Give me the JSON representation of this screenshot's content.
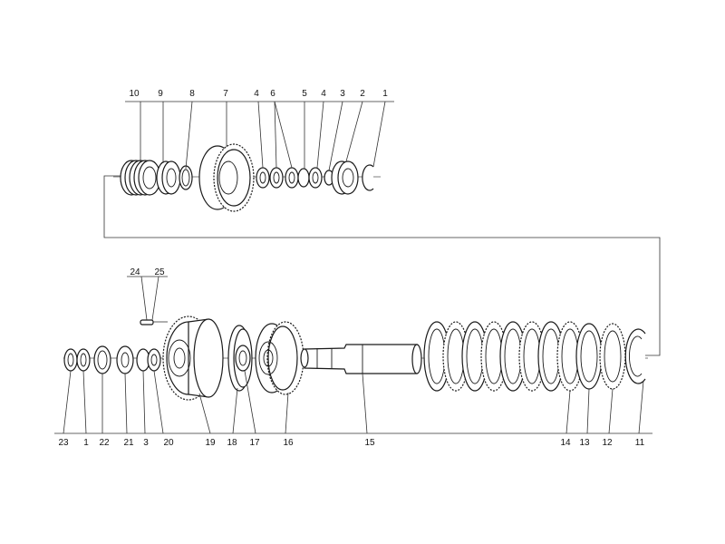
{
  "diagram": {
    "top_callouts": [
      "10",
      "9",
      "8",
      "7",
      "4",
      "6",
      "5",
      "4",
      "3",
      "2",
      "1"
    ],
    "bottom_callouts": [
      "23",
      "1",
      "22",
      "21",
      "3",
      "20",
      "19",
      "18",
      "17",
      "16",
      "15",
      "14",
      "13",
      "12",
      "11"
    ],
    "pin_callouts": [
      "24",
      "25"
    ]
  }
}
